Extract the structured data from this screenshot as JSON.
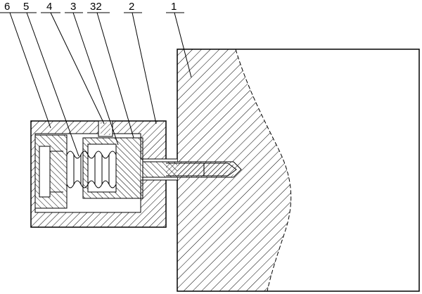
{
  "labels": [
    "6",
    "5",
    "4",
    "3",
    "32",
    "2",
    "1"
  ]
}
